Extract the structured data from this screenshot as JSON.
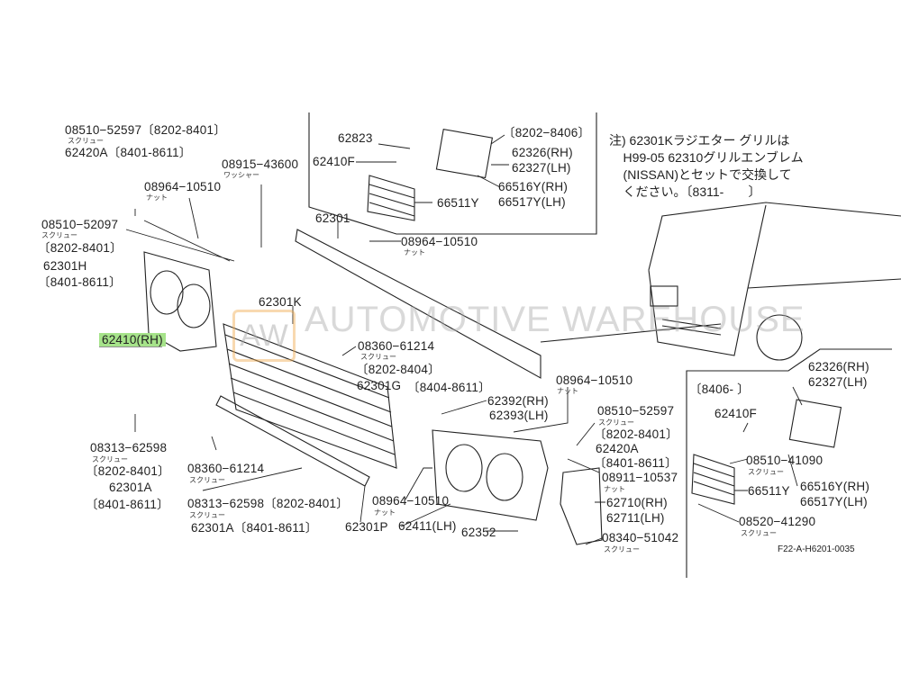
{
  "watermark": {
    "logo": "AW",
    "text": "AUTOMOTIVE WAREHOUSE"
  },
  "note": "注) 62301Kラジエター グリルは\n    H99-05 62310グリルエンブレム\n    (NISSAN)とセットで交換して\n    ください。〔8311-       〕",
  "diagram_code": "F22-A-H6201-0035",
  "labels": {
    "a1": "08510−52597〔8202-8401〕",
    "a1k": "スクリュー",
    "a2": "62420A〔8401-8611〕",
    "b1": "08915−43600",
    "b1k": "ワッシャー",
    "c1": "08964−10510",
    "c1k": "ナット",
    "d1": "08510−52097",
    "d1k": "スクリュー",
    "d2": "〔8202-8401〕",
    "d3": "62301H",
    "d4": "〔8401-8611〕",
    "e1": "62410(RH)",
    "f1": "62301K",
    "g1": "62823",
    "g2": "62410F",
    "g3": "〔8202−8406〕",
    "g4": "62326(RH)",
    "g5": "62327(LH)",
    "g6": "66516Y(RH)",
    "g7": "66517Y(LH)",
    "g8": "66511Y",
    "h1": "62301",
    "h2": "08964−10510",
    "h2k": "ナット",
    "i1": "08360−61214",
    "i1k": "スクリュー",
    "i2": "〔8202-8404〕",
    "i3": "62301G",
    "i4": "〔8404-8611〕",
    "i5": "62392(RH)",
    "i6": "62393(LH)",
    "j1": "08964−10510",
    "j1k": "ナット",
    "m1": "08510−52597",
    "m1k": "スクリュー",
    "m2": "〔8202-8401〕",
    "m3": "62420A",
    "m4": "〔8401-8611〕",
    "m5": "08911−10537",
    "m5k": "ナット",
    "m6": "62710(RH)",
    "m7": "62711(LH)",
    "m8": "08340−51042",
    "m8k": "スクリュー",
    "r0": "〔8406-        〕",
    "r1": "62326(RH)",
    "r2": "62327(LH)",
    "r3": "62410F",
    "r4": "08510−41090",
    "r4k": "スクリュー",
    "r5": "66511Y",
    "r6": "66516Y(RH)",
    "r7": "66517Y(LH)",
    "r8": "08520−41290",
    "r8k": "スクリュー",
    "s1": "08313−62598",
    "s1k": "スクリュー",
    "s2": "〔8202-8401〕",
    "s3": "62301A",
    "s4": "〔8401-8611〕",
    "t1": "08360−61214",
    "t1k": "スクリュー",
    "u1": "08313−62598〔8202-8401〕",
    "u1k": "スクリュー",
    "u2": "62301A〔8401-8611〕",
    "v1": "62301P",
    "w1": "08964−10510",
    "w1k": "ナット",
    "w2": "62411(LH)",
    "w3": "62352"
  },
  "colors": {
    "highlight": "#a6e38a",
    "line": "#222222"
  }
}
